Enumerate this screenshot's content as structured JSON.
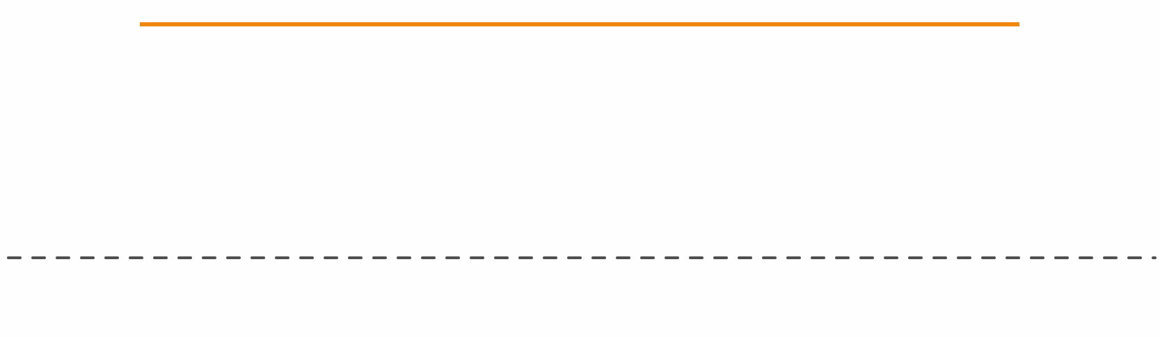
{
  "colors": {
    "background": "#fefefe",
    "orange_line": "#f0870e",
    "dashed_line": "#4f4f4f"
  },
  "lines": [
    {
      "name": "orange-line",
      "style": "solid"
    },
    {
      "name": "dashed-line",
      "style": "dashed"
    }
  ]
}
